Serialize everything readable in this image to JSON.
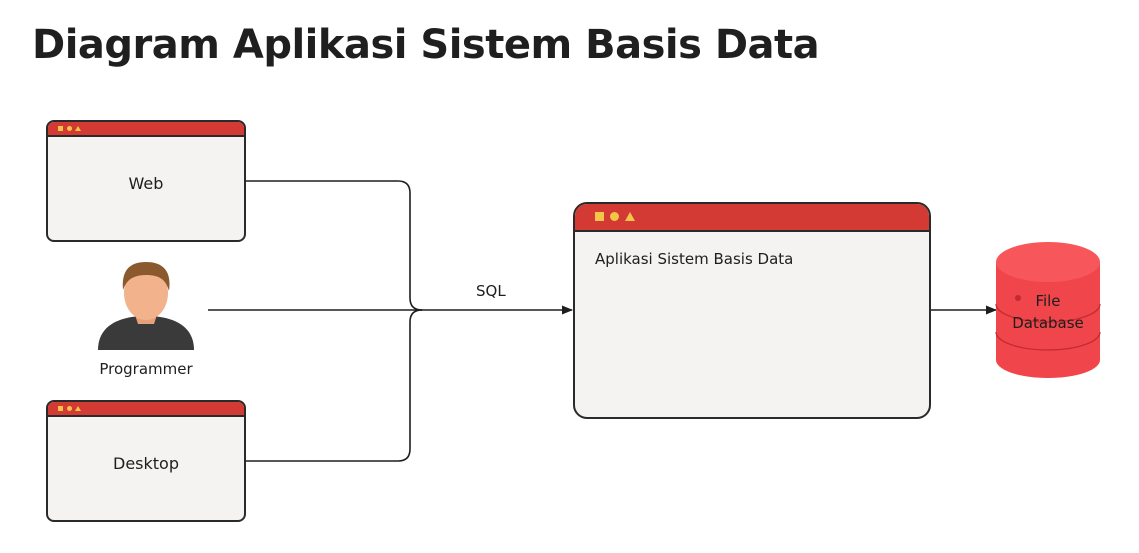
{
  "title": "Diagram Aplikasi Sistem Basis Data",
  "nodes": {
    "web": {
      "label": "Web"
    },
    "desktop": {
      "label": "Desktop"
    },
    "programmer": {
      "label": "Programmer"
    },
    "app": {
      "label": "Aplikasi Sistem Basis Data"
    },
    "database": {
      "label_line1": "File",
      "label_line2": "Database"
    }
  },
  "edges": {
    "sql_label": "SQL"
  },
  "colors": {
    "window_bar": "#d43a34",
    "window_body": "#f5f3f1",
    "window_controls": "#f3c64a",
    "database_fill": "#f0454a",
    "line": "#1e1e1e"
  },
  "icons": {
    "window_controls": [
      "square-icon",
      "circle-icon",
      "triangle-icon"
    ],
    "programmer": "user-avatar-icon",
    "database": "database-cylinder-icon"
  }
}
